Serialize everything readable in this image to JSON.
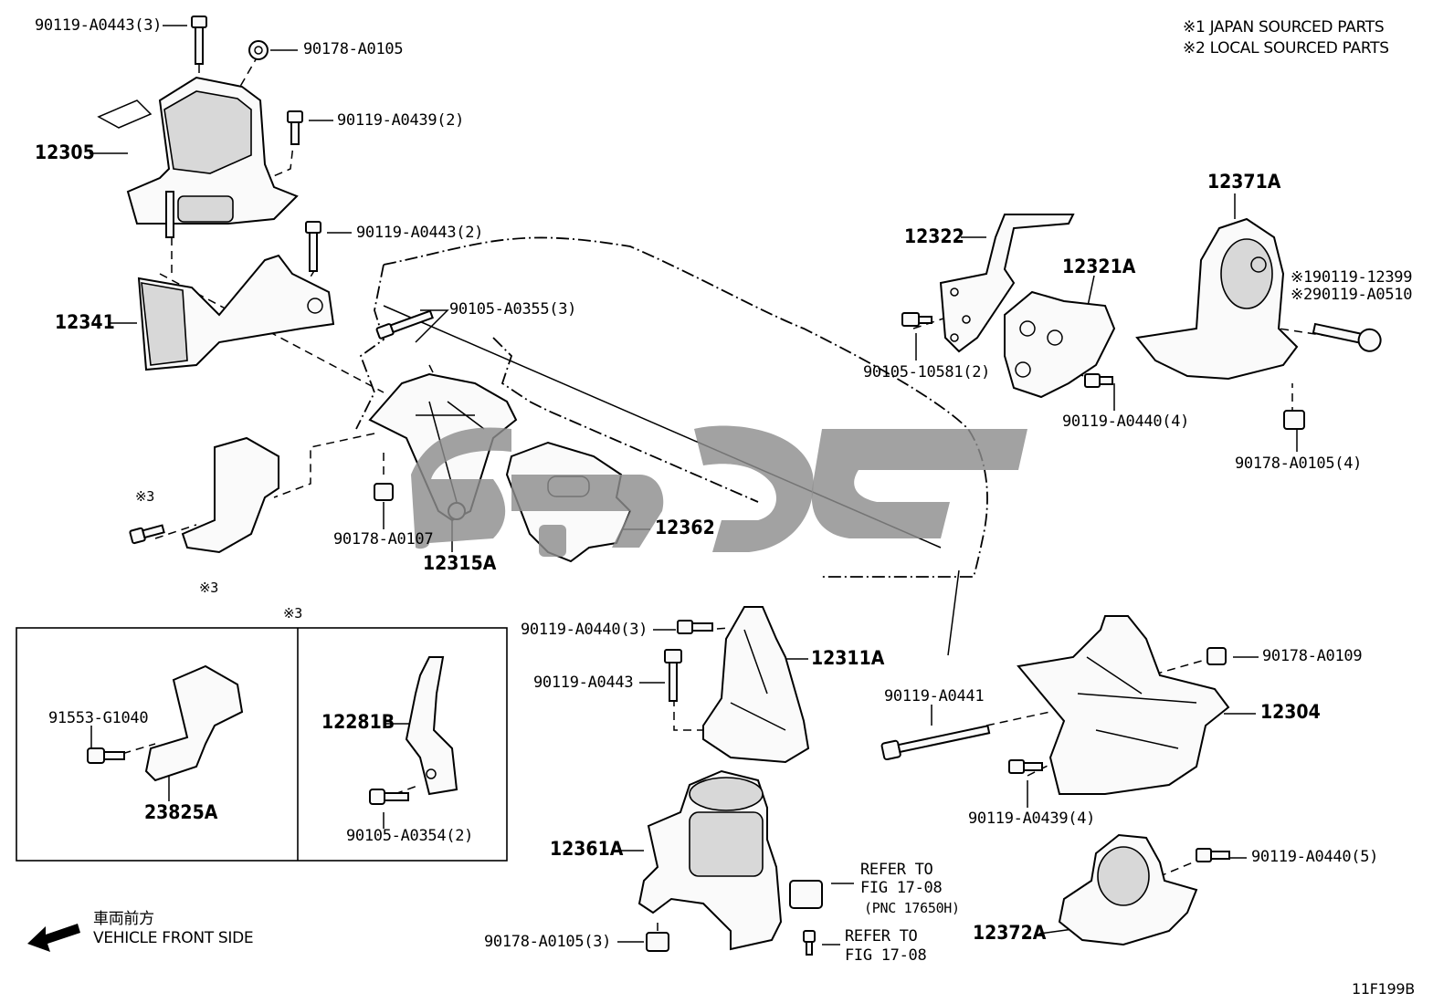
{
  "notes": {
    "japan": "※1 JAPAN SOURCED PARTS",
    "local": "※2 LOCAL SOURCED PARTS",
    "inset_marker": "※3",
    "marker_bolt": "※3",
    "marker_plate": "※3"
  },
  "labels": {
    "p90119_A0443_3": "90119-A0443(3)",
    "p90178_A0105": "90178-A0105",
    "p90119_A0439_2": "90119-A0439(2)",
    "p12305": "12305",
    "p90119_A0443_2": "90119-A0443(2)",
    "p12341": "12341",
    "p90105_A0355_3": "90105-A0355(3)",
    "p90178_A0107": "90178-A0107",
    "p12315A": "12315A",
    "p12362": "12362",
    "p12322": "12322",
    "p12321A": "12321A",
    "p12371A": "12371A",
    "p90105_10581_2": "90105-10581(2)",
    "p90119_A0440_4": "90119-A0440(4)",
    "p190119_12399": "※190119-12399",
    "p290119_A0510": "※290119-A0510",
    "p90178_A0105_4": "90178-A0105(4)",
    "p90119_A0440_3": "90119-A0440(3)",
    "p90119_A0443": "90119-A0443",
    "p12311A": "12311A",
    "p90119_A0441": "90119-A0441",
    "p90178_A0109": "90178-A0109",
    "p12304": "12304",
    "p90119_A0439_4": "90119-A0439(4)",
    "p91553_G1040": "91553-G1040",
    "p23825A": "23825A",
    "p12281B": "12281B",
    "p90105_A0354_2": "90105-A0354(2)",
    "p12361A": "12361A",
    "p90178_A0105_3": "90178-A0105(3)",
    "p12372A": "12372A",
    "p90119_A0440_5": "90119-A0440(5)"
  },
  "refs": {
    "ref1_line1": "REFER TO",
    "ref1_line2": "FIG 17-08",
    "ref1_line3": "(PNC 17650H)",
    "ref2_line1": "REFER TO",
    "ref2_line2": "FIG 17-08"
  },
  "direction": {
    "japanese": "車両前方",
    "english": "VEHICLE FRONT SIDE"
  },
  "figure_id": "11F199B"
}
